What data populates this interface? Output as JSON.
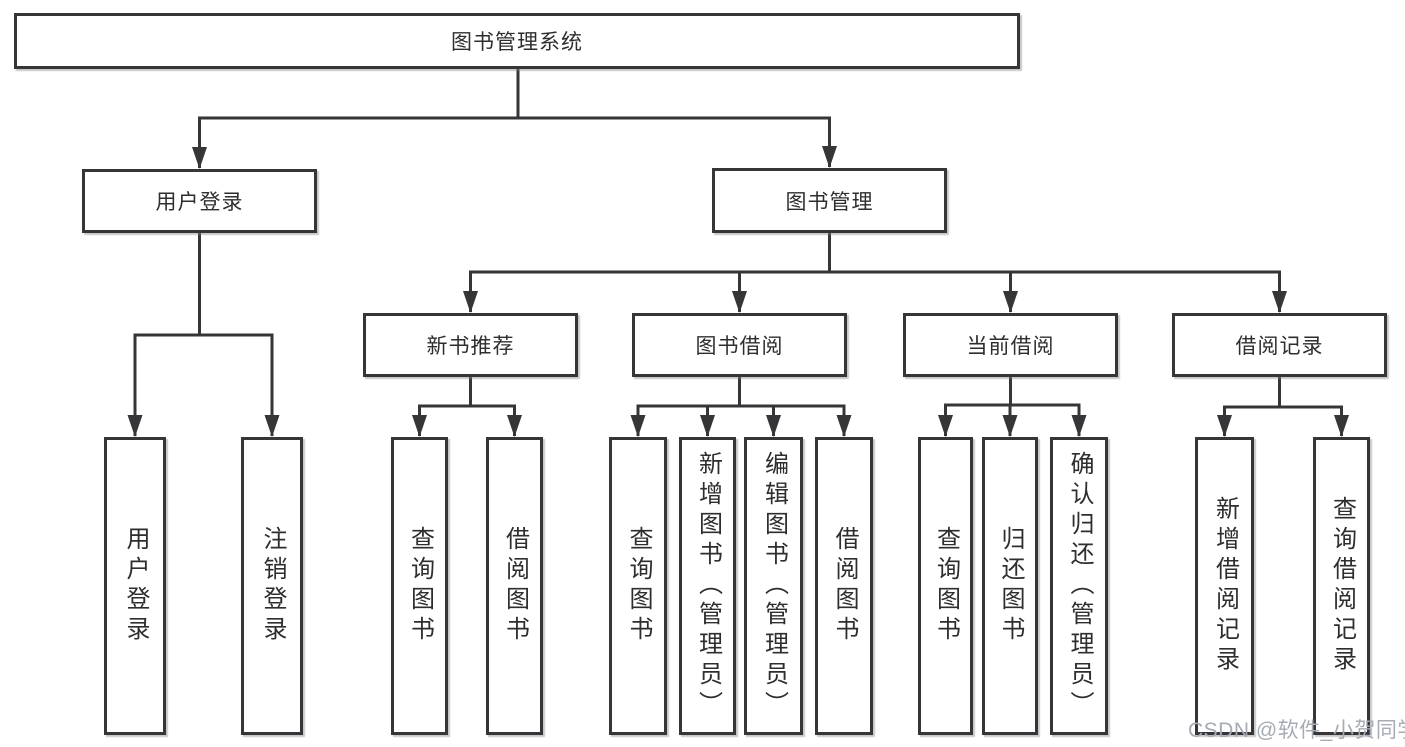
{
  "diagram": {
    "root": {
      "label": "图书管理系统"
    },
    "branches": [
      {
        "label": "用户登录",
        "children": [
          {
            "label": "用户登录"
          },
          {
            "label": "注销登录"
          }
        ]
      },
      {
        "label": "图书管理",
        "groups": [
          {
            "label": "新书推荐",
            "children": [
              {
                "label": "查询图书"
              },
              {
                "label": "借阅图书"
              }
            ]
          },
          {
            "label": "图书借阅",
            "children": [
              {
                "label": "查询图书"
              },
              {
                "label": "新增图书（管理员）"
              },
              {
                "label": "编辑图书（管理员）"
              },
              {
                "label": "借阅图书"
              }
            ]
          },
          {
            "label": "当前借阅",
            "children": [
              {
                "label": "查询图书"
              },
              {
                "label": "归还图书"
              },
              {
                "label": "确认归还（管理员）"
              }
            ]
          },
          {
            "label": "借阅记录",
            "children": [
              {
                "label": "新增借阅记录"
              },
              {
                "label": "查询借阅记录"
              }
            ]
          }
        ]
      }
    ]
  },
  "watermark": {
    "text": "CSDN @软件_小贺同学",
    "color": "#a6abb4"
  },
  "colors": {
    "line": "#363638",
    "box_border": "#363638",
    "box_fill": "#ffffff",
    "text": "#2e2e30",
    "background": "#ffffff"
  }
}
